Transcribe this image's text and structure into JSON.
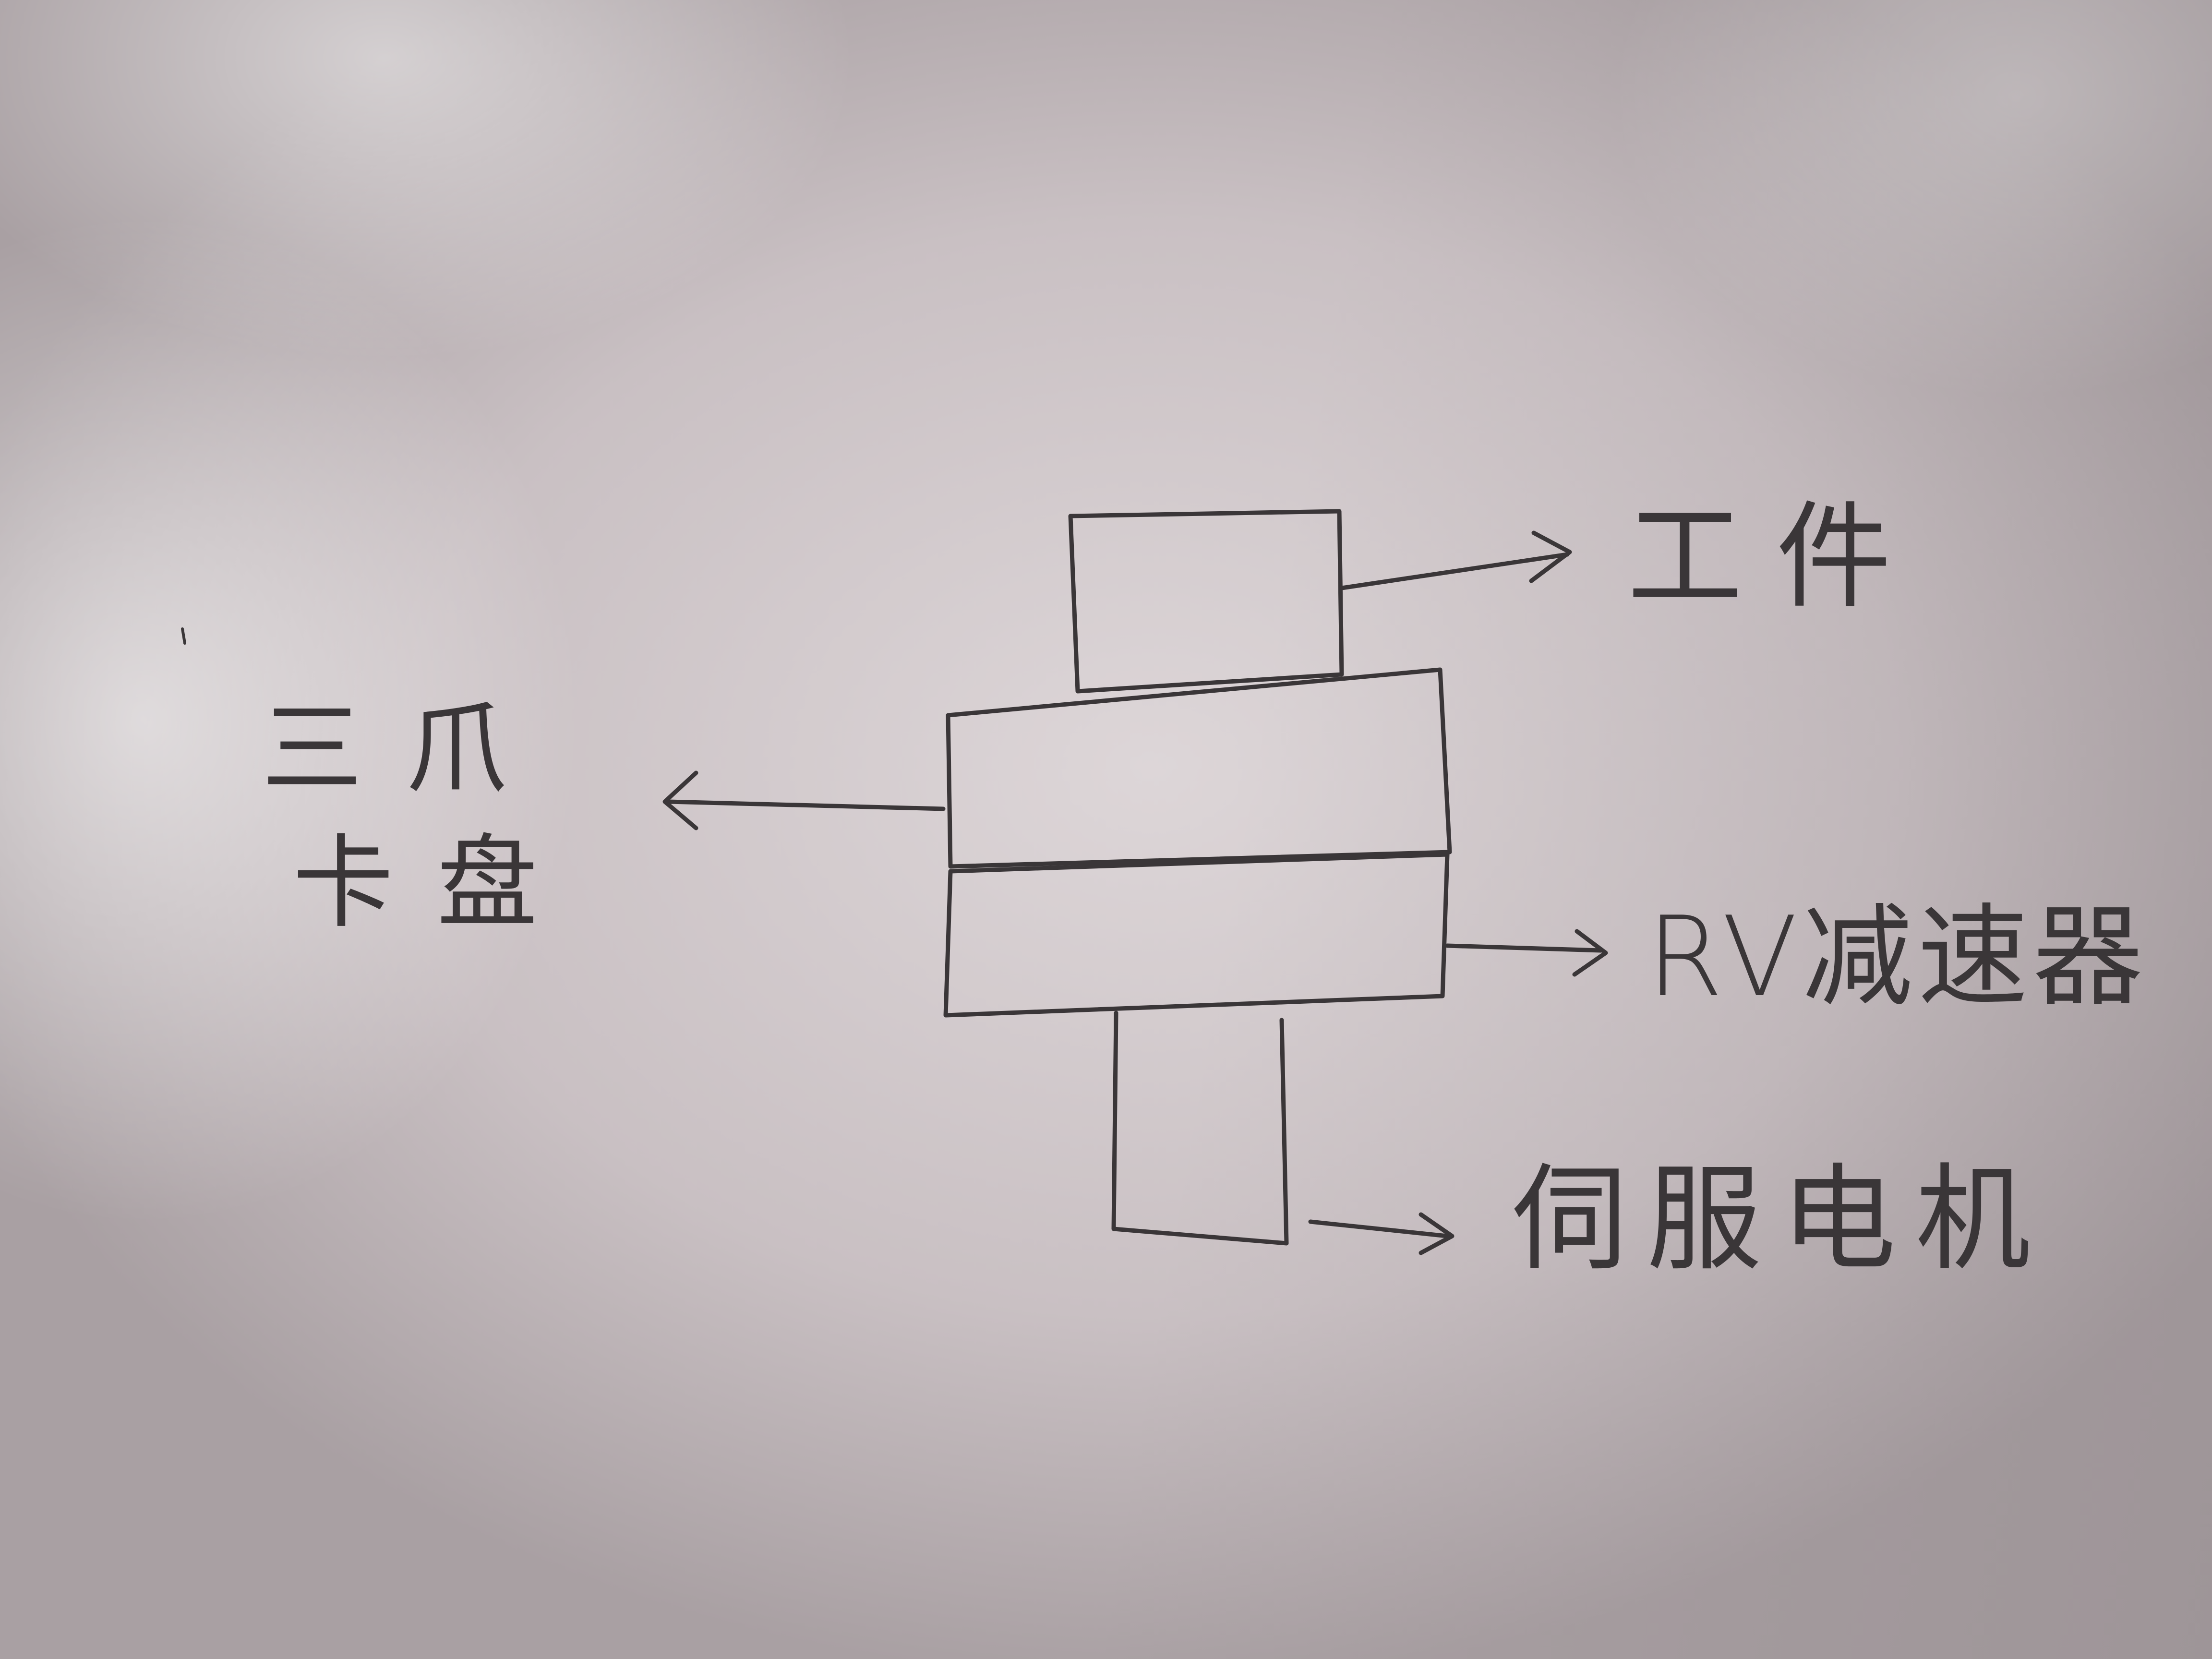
{
  "labels": {
    "workpiece": "工件",
    "chuck_line1": "三爪",
    "chuck_line2": "卡盘",
    "rv_reducer": "RV减速器",
    "servo_motor": "伺服电机"
  },
  "colors": {
    "ink": "#3a3638",
    "paper": "#d6cfd1"
  }
}
